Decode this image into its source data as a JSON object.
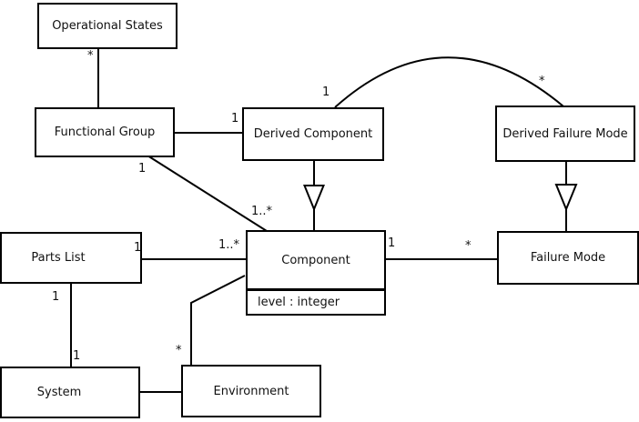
{
  "diagram": {
    "type": "uml-class-diagram",
    "nodes": {
      "operational_states": {
        "label": "Operational States"
      },
      "functional_group": {
        "label": "Functional Group"
      },
      "derived_component": {
        "label": "Derived Component"
      },
      "derived_failure_mode": {
        "label": "Derived Failure Mode"
      },
      "parts_list": {
        "label": "Parts List"
      },
      "component": {
        "label": "Component",
        "attributes": [
          "level : integer"
        ]
      },
      "failure_mode": {
        "label": "Failure Mode"
      },
      "system": {
        "label": "System"
      },
      "environment": {
        "label": "Environment"
      }
    },
    "multiplicities": {
      "operational_states_end": "*",
      "derived_component_from_functional_group": "1",
      "derived_component_arc_end": "1",
      "derived_failure_mode_arc_end": "*",
      "functional_group_to_component": "1",
      "component_from_functional_group": "1..*",
      "parts_list_to_component": "1",
      "component_from_parts_list": "1..*",
      "component_to_failure_mode": "1",
      "failure_mode_from_component": "*",
      "parts_list_to_system": "1",
      "system_from_parts_list": "1",
      "environment_from_component": "*"
    },
    "edges": [
      {
        "from": "operational_states",
        "to": "functional_group",
        "type": "association",
        "from_mult": "*"
      },
      {
        "from": "functional_group",
        "to": "derived_component",
        "type": "association",
        "to_mult": "1"
      },
      {
        "from": "derived_component",
        "to": "derived_failure_mode",
        "type": "association-arc",
        "from_mult": "1",
        "to_mult": "*"
      },
      {
        "from": "derived_component",
        "to": "component",
        "type": "generalization"
      },
      {
        "from": "derived_failure_mode",
        "to": "failure_mode",
        "type": "generalization"
      },
      {
        "from": "functional_group",
        "to": "component",
        "type": "association",
        "from_mult": "1",
        "to_mult": "1..*"
      },
      {
        "from": "parts_list",
        "to": "component",
        "type": "association",
        "from_mult": "1",
        "to_mult": "1..*"
      },
      {
        "from": "component",
        "to": "failure_mode",
        "type": "association",
        "from_mult": "1",
        "to_mult": "*"
      },
      {
        "from": "parts_list",
        "to": "system",
        "type": "association",
        "from_mult": "1",
        "to_mult": "1"
      },
      {
        "from": "component",
        "to": "environment",
        "type": "association",
        "to_mult": "*"
      },
      {
        "from": "system",
        "to": "environment",
        "type": "association"
      }
    ],
    "colors": {
      "line": "#000000",
      "box_fill": "#ffffff",
      "text": "#111111",
      "background": "#ffffff"
    }
  }
}
